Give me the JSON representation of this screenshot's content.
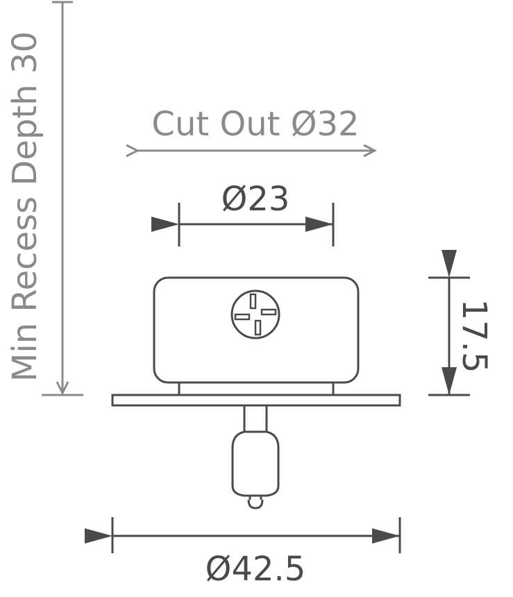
{
  "labels": {
    "recess_depth": "Min Recess Depth 30",
    "cut_out": "Cut Out Ø32",
    "inner_diameter": "Ø23",
    "height": "17.5",
    "outer_diameter": "Ø42.5"
  },
  "colors": {
    "dark": "#4a4a4a",
    "light": "#8a8a8a",
    "background": "#ffffff"
  }
}
